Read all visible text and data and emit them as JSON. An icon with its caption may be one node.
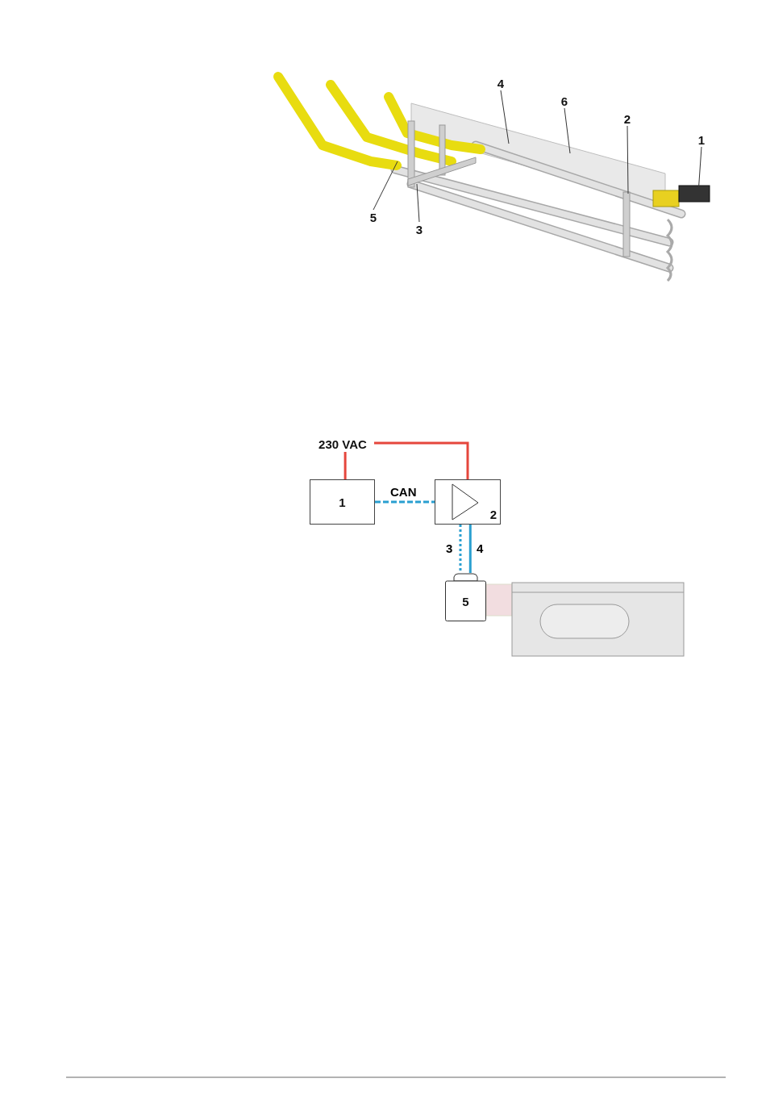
{
  "diagram": {
    "nodes": [
      {
        "text": [
          "4"
        ]
      },
      {
        "text": [
          "6"
        ]
      },
      {
        "text": [
          "2"
        ]
      },
      {
        "text": [
          "1"
        ]
      },
      {
        "text": [
          "5"
        ]
      },
      {
        "text": [
          "3"
        ]
      },
      {
        "text": [
          "230 VAC"
        ]
      },
      {
        "text": [
          "1"
        ]
      },
      {
        "text": [
          "2"
        ]
      },
      {
        "text": [
          "5"
        ]
      }
    ],
    "edges": [
      {
        "from": 0,
        "to": null,
        "arrow": "none"
      },
      {
        "from": 1,
        "to": null,
        "arrow": "none"
      },
      {
        "from": 2,
        "to": null,
        "arrow": "none"
      },
      {
        "from": 3,
        "to": null,
        "arrow": "none"
      },
      {
        "from": 4,
        "to": null,
        "arrow": "none"
      },
      {
        "from": 5,
        "to": null,
        "arrow": "none"
      },
      {
        "from": 6,
        "to": 7,
        "arrow": "none",
        "color": "#e5463c"
      },
      {
        "from": 6,
        "to": 8,
        "arrow": "none",
        "color": "#e5463c"
      },
      {
        "from": 7,
        "to": 8,
        "arrow": "none",
        "label": "CAN",
        "style": "dashed",
        "color": "#2a9fd0"
      },
      {
        "from": 8,
        "to": 9,
        "arrow": "none",
        "label": "3",
        "style": "dashed",
        "color": "#2a9fd0"
      },
      {
        "from": 8,
        "to": 9,
        "arrow": "none",
        "label": "4",
        "color": "#2a9fd0"
      }
    ]
  }
}
